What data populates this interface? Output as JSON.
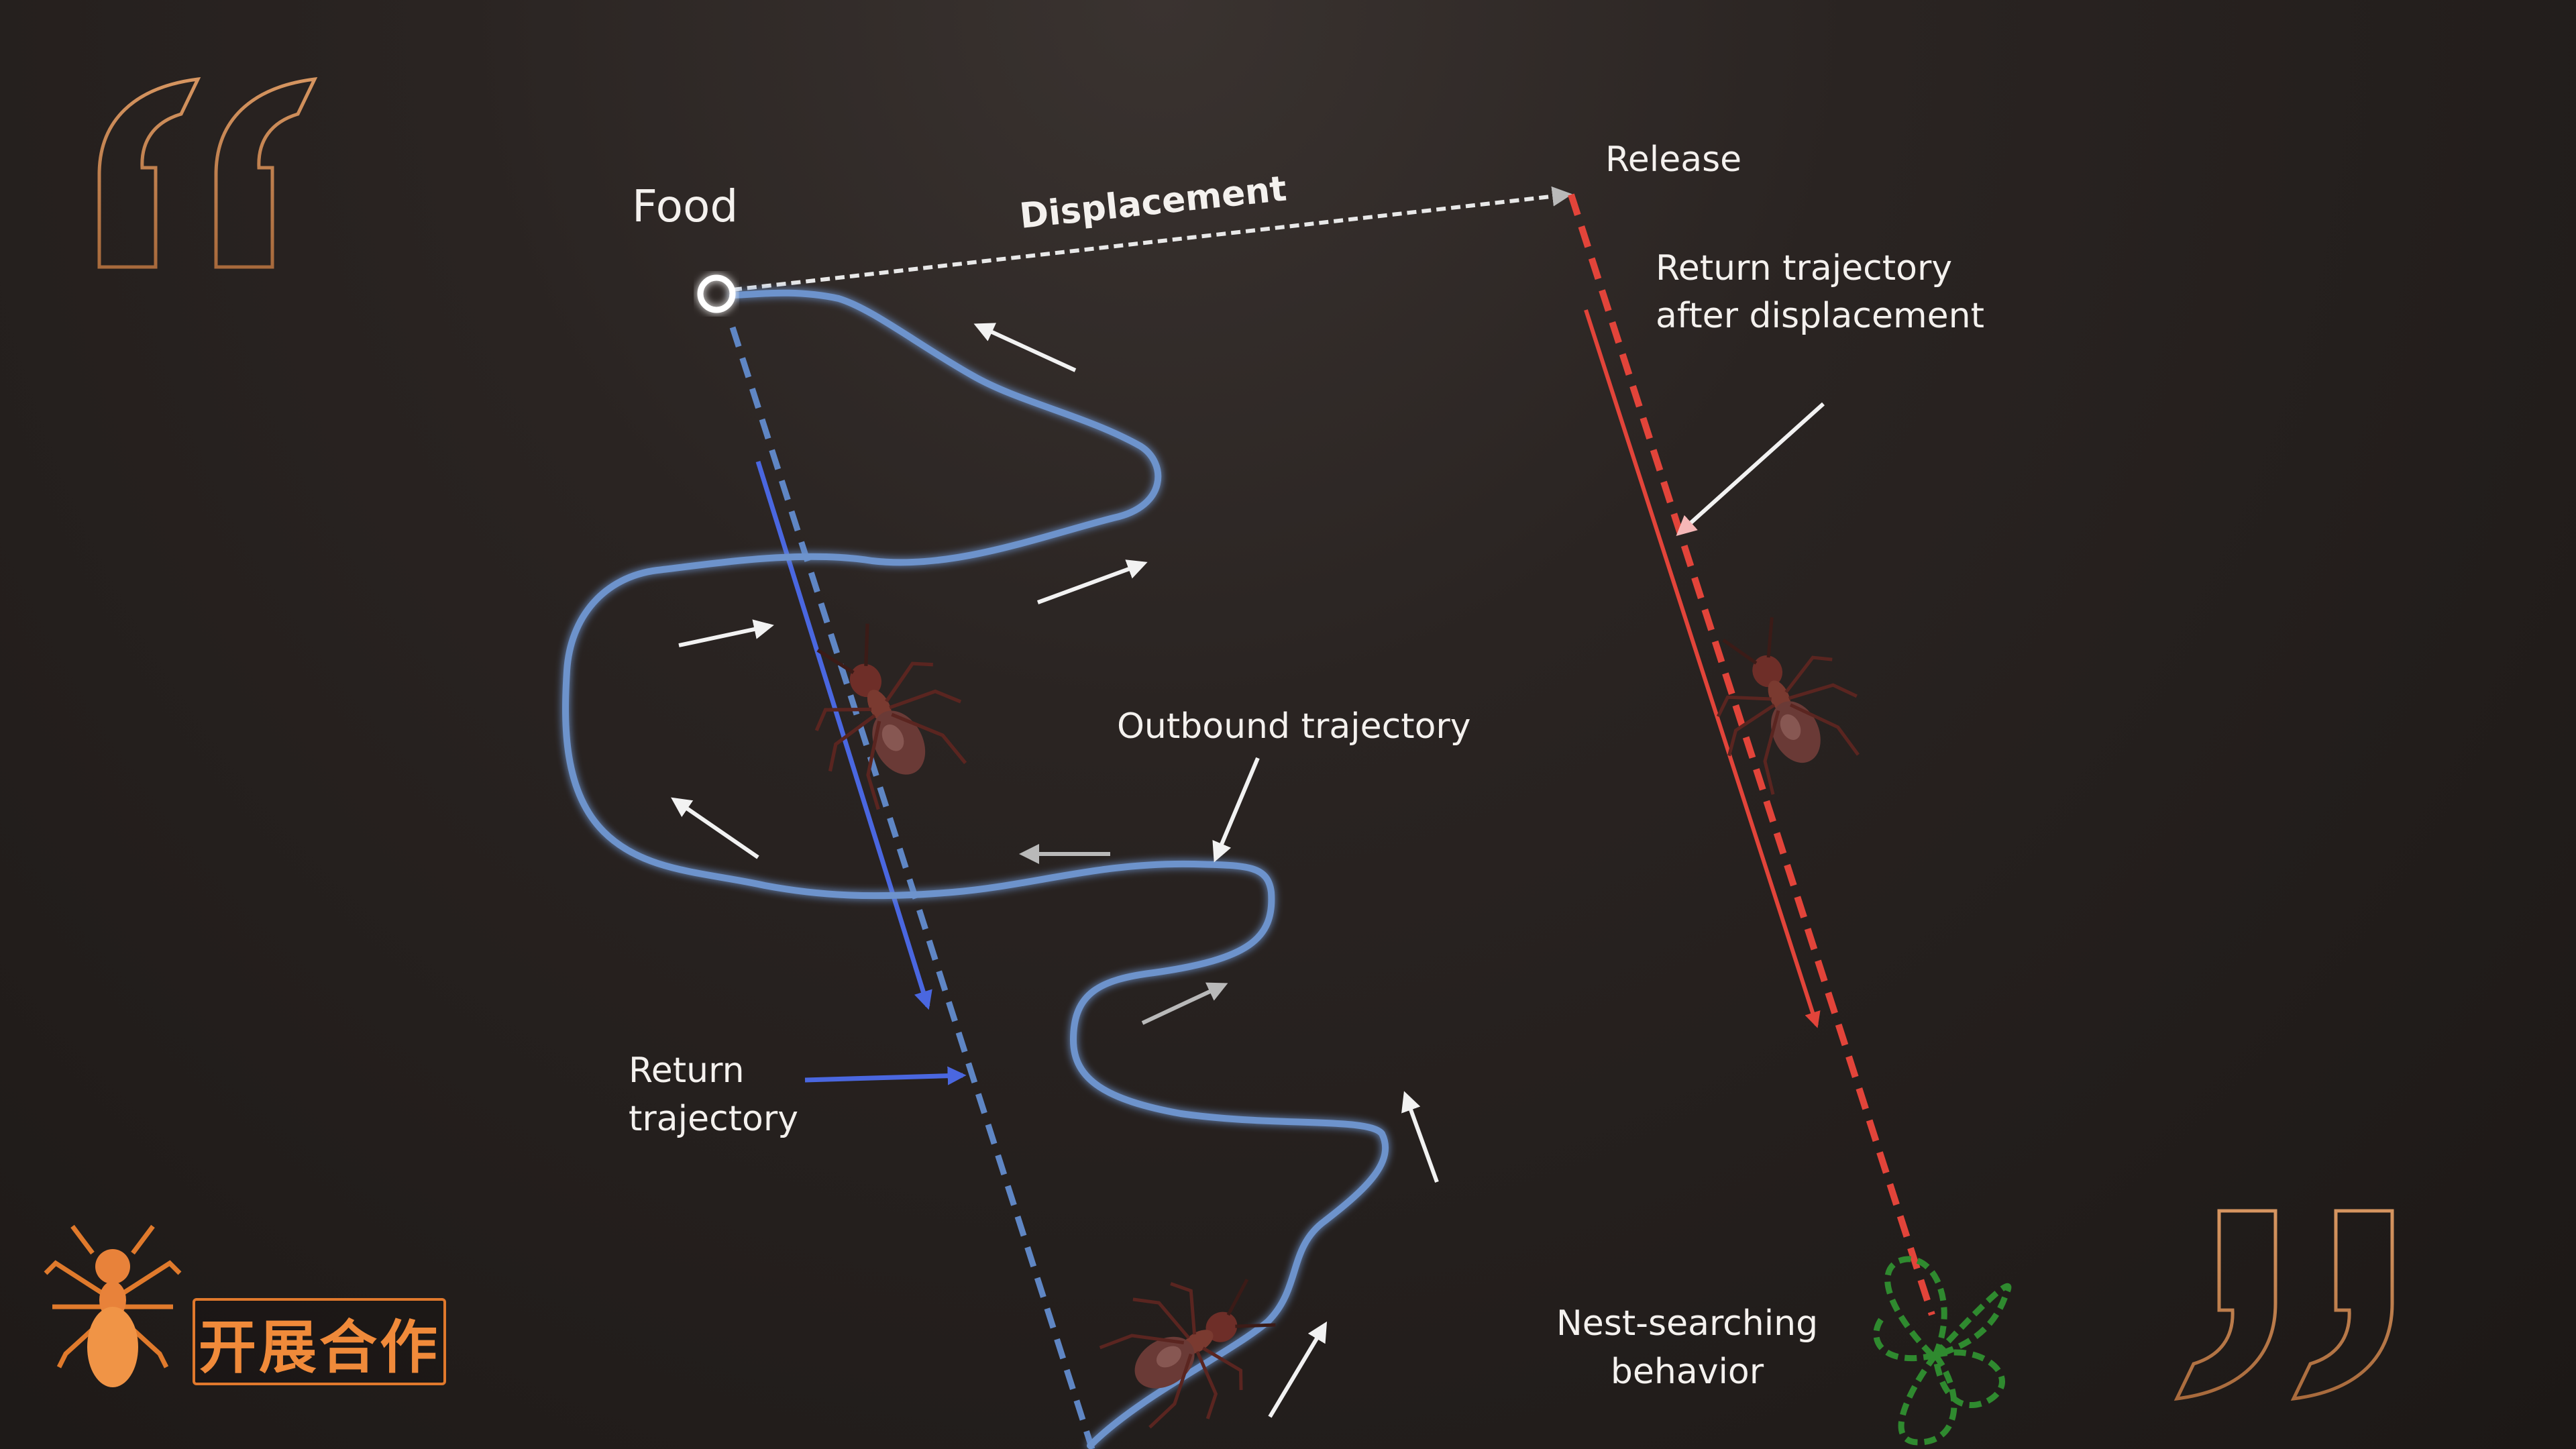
{
  "labels": {
    "food": "Food",
    "displacement": "Displacement",
    "release": "Release",
    "return_after_line1": "Return trajectory",
    "return_after_line2": "after displacement",
    "outbound": "Outbound trajectory",
    "return_line1": "Return",
    "return_line2": "trajectory",
    "nest_line1": "Nest-searching",
    "nest_line2": "behavior"
  },
  "badge": {
    "text": "开展合作"
  },
  "colors": {
    "outbound": "#6d93cc",
    "return": "#4a67e0",
    "return_dashed": "#5f86c4",
    "displaced": "#e2443a",
    "nest": "#2f8a2f",
    "accent": "#e0782c",
    "quote": "#c88a55",
    "text": "#f4f1ee"
  },
  "icons": [
    "open-quote-icon",
    "close-quote-icon",
    "ant-logo-icon",
    "ant-icon"
  ]
}
